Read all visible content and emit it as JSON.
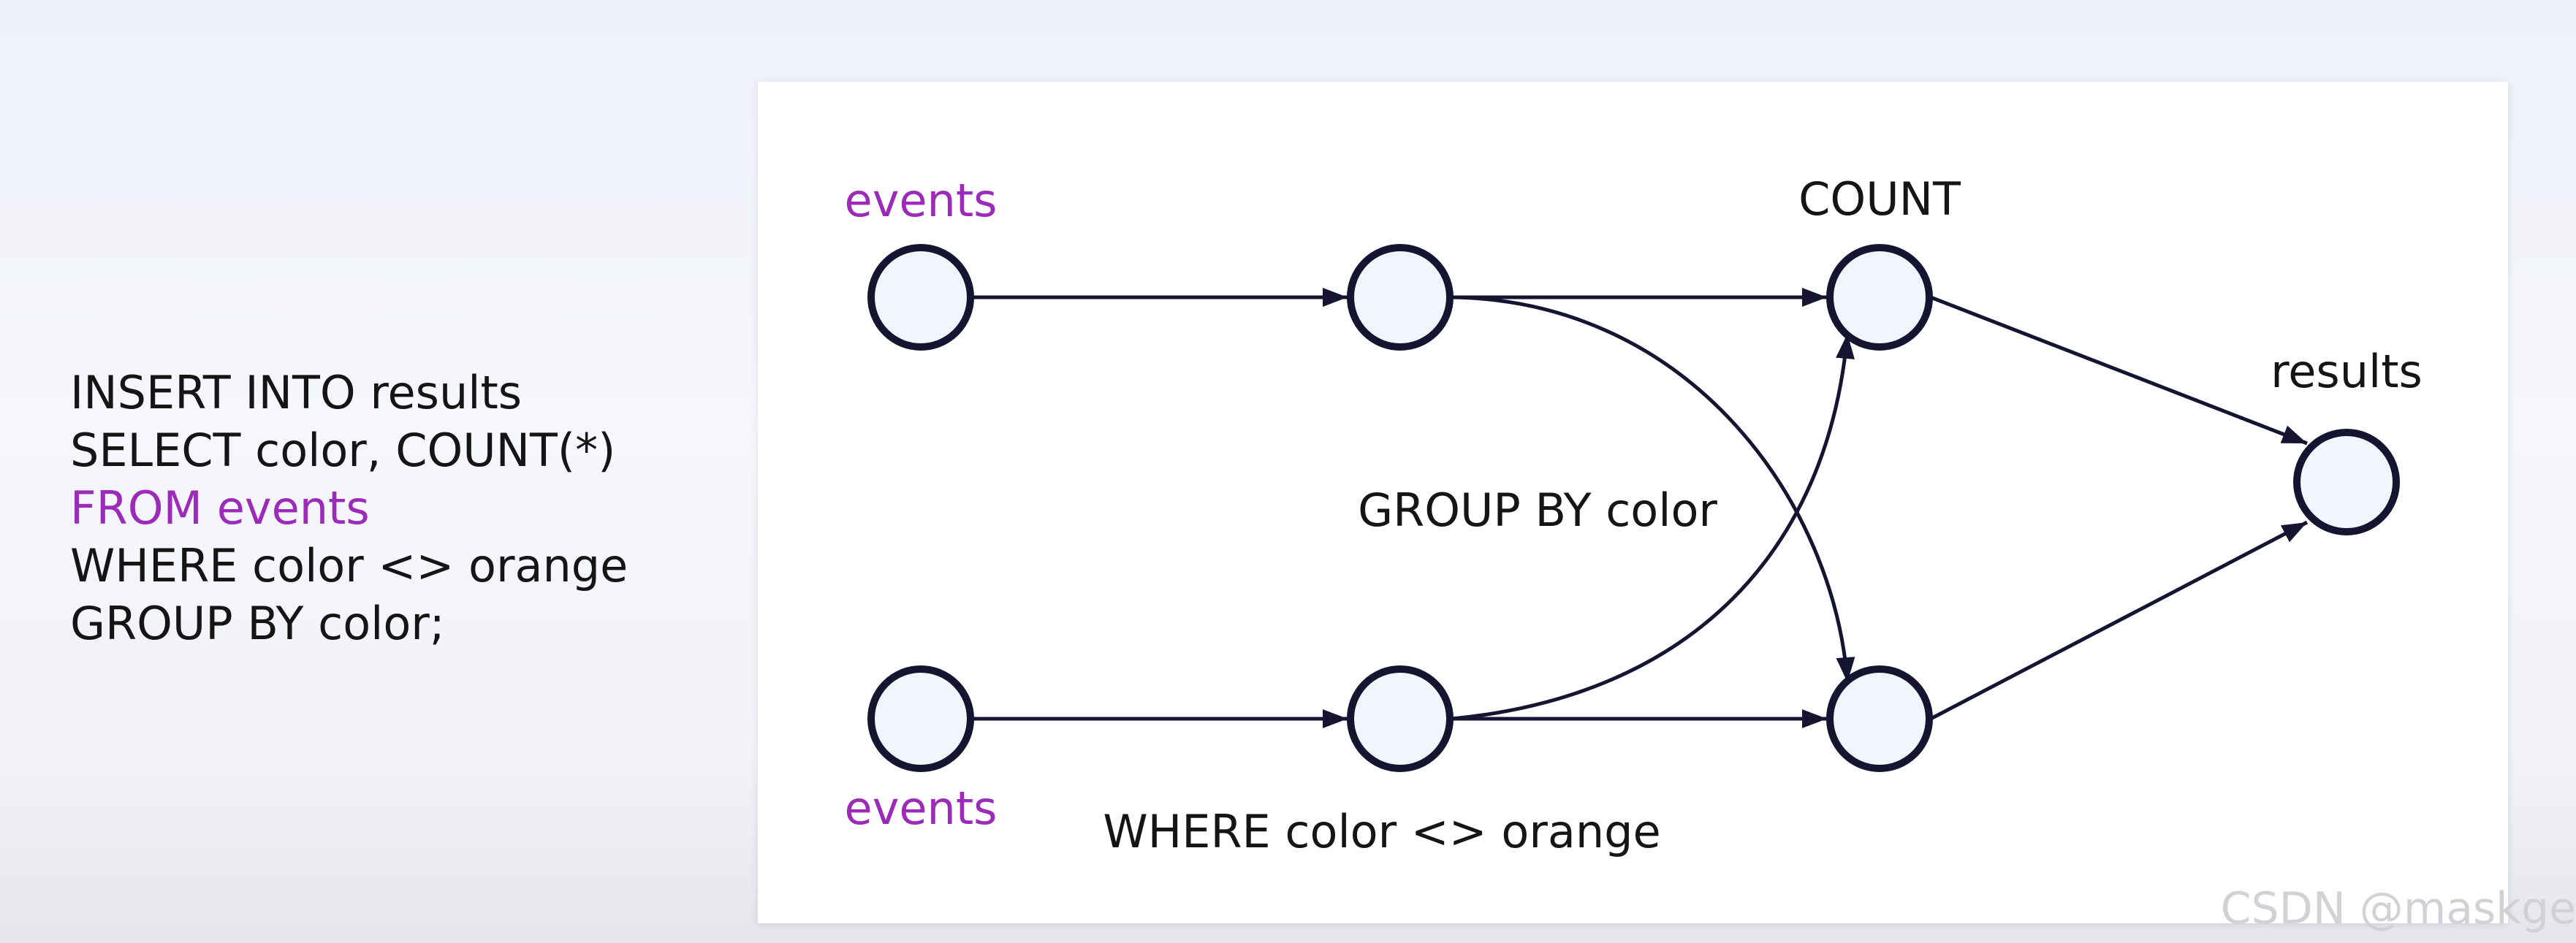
{
  "sql": {
    "lines": [
      {
        "text": "INSERT INTO results",
        "highlight": false
      },
      {
        "text": "SELECT color, COUNT(*)",
        "highlight": false
      },
      {
        "text": "FROM events",
        "highlight": true
      },
      {
        "text": "WHERE color <> orange",
        "highlight": false
      },
      {
        "text": "GROUP BY color;",
        "highlight": false
      }
    ]
  },
  "diagram": {
    "labels": {
      "events_top": "events",
      "events_bottom": "events",
      "count": "COUNT",
      "results": "results",
      "group_by": "GROUP BY color",
      "where": "WHERE color <> orange"
    }
  },
  "watermark": "CSDN @maskge",
  "colors": {
    "text": "#151515",
    "accent": "#9b2bb8",
    "node_stroke": "#151532",
    "node_fill": "#f3f5fc",
    "panel": "#ffffff"
  }
}
